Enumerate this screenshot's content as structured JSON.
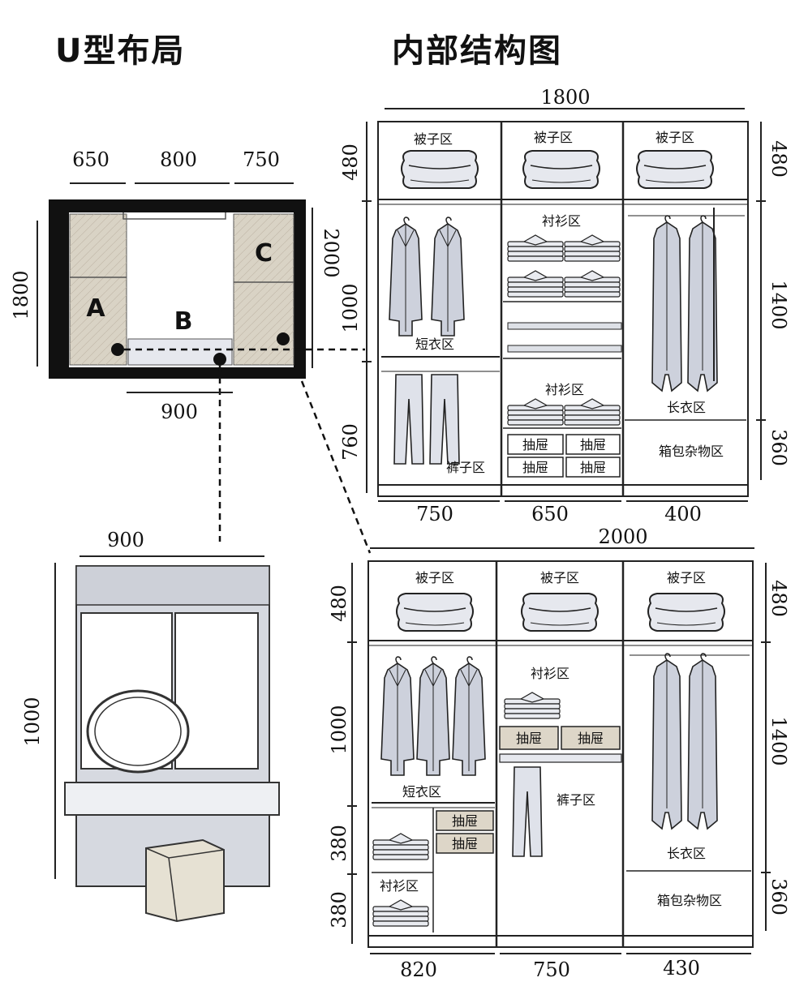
{
  "titles": {
    "left": "U型布局",
    "right": "内部结构图"
  },
  "plan": {
    "top_widths": [
      "650",
      "800",
      "750"
    ],
    "left_depth": "1800",
    "right_depth": "2000",
    "bottom_width": "900",
    "zones": [
      "A",
      "B",
      "C"
    ]
  },
  "vanity": {
    "width": "900",
    "height": "1000"
  },
  "wardrobe_top": {
    "total_width": "1800",
    "col_widths": [
      "750",
      "650",
      "400"
    ],
    "left_heights": [
      "480",
      "1000",
      "760"
    ],
    "right_heights": [
      "480",
      "1400",
      "360"
    ],
    "labels": {
      "quilt": "被子区",
      "shirt": "衬衫区",
      "short_coat": "短衣区",
      "long_coat": "长衣区",
      "trousers": "裤子区",
      "drawer": "抽屉",
      "luggage": "箱包杂物区"
    }
  },
  "wardrobe_bottom": {
    "total_width": "2000",
    "col_widths": [
      "820",
      "750",
      "430"
    ],
    "left_heights": [
      "480",
      "1000",
      "380",
      "380"
    ],
    "right_heights": [
      "480",
      "1400",
      "360"
    ],
    "labels": {
      "quilt": "被子区",
      "shirt": "衬衫区",
      "short_coat": "短衣区",
      "long_coat": "长衣区",
      "trousers": "裤子区",
      "drawer": "抽屉",
      "luggage": "箱包杂物区"
    }
  }
}
